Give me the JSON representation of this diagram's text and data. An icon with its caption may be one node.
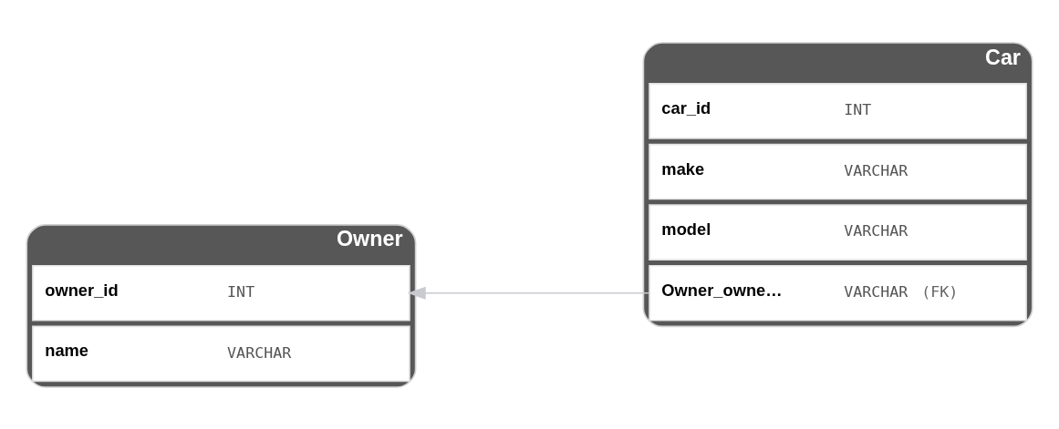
{
  "diagram": {
    "nodes": [
      {
        "text": [
          "Owner"
        ]
      },
      {
        "text": [
          "owner_id",
          "INT"
        ],
        "in": 0
      },
      {
        "text": [
          "name",
          "VARCHAR"
        ],
        "in": 0
      },
      {
        "text": [
          "Car"
        ]
      },
      {
        "text": [
          "car_id",
          "INT"
        ],
        "in": 3
      },
      {
        "text": [
          "make",
          "VARCHAR"
        ],
        "in": 3
      },
      {
        "text": [
          "model",
          "VARCHAR"
        ],
        "in": 3
      },
      {
        "text": [
          "Owner_owne…",
          "VARCHAR",
          "(FK)"
        ],
        "in": 3
      }
    ],
    "edges": [
      {
        "from": 7,
        "to": 1,
        "arrow": "to"
      }
    ]
  }
}
